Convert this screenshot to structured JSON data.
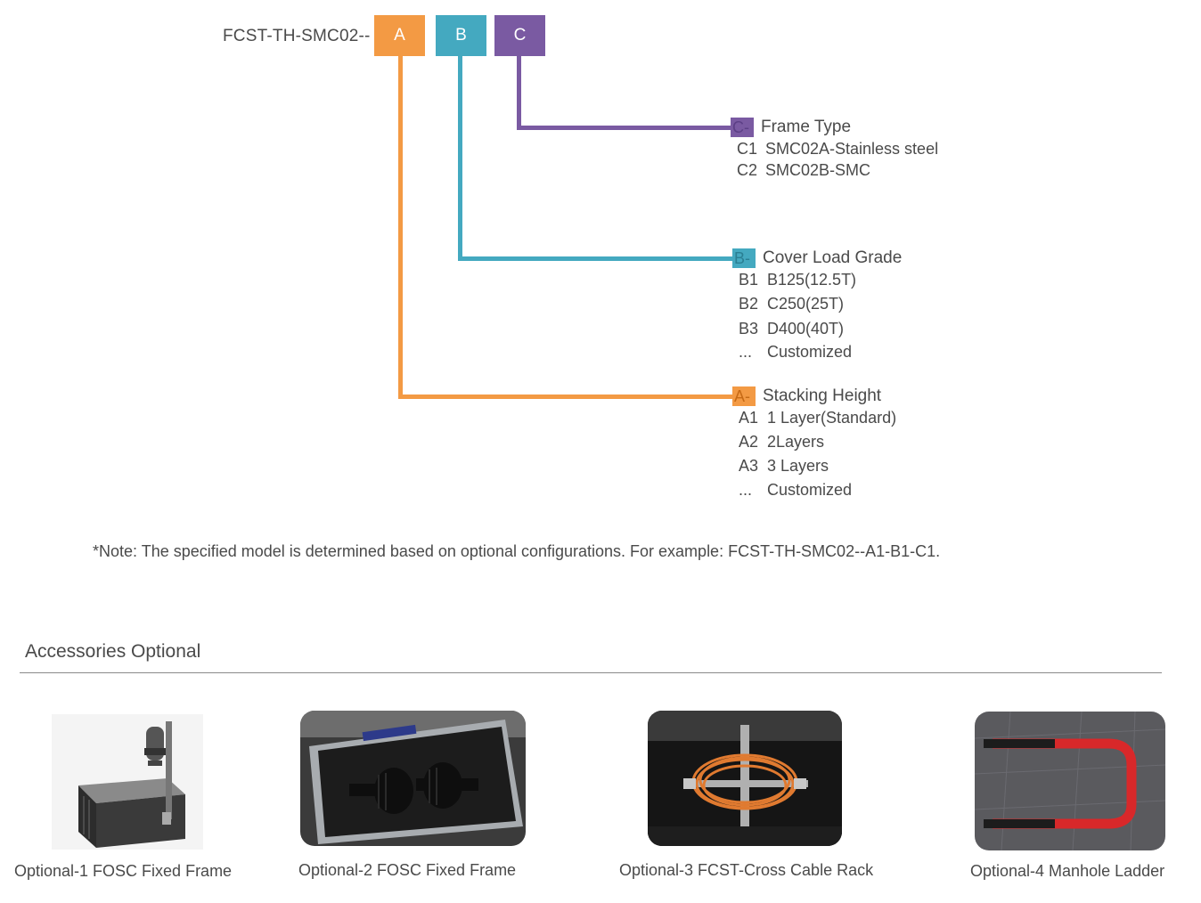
{
  "model": {
    "prefix": "FCST-TH-SMC02--",
    "codes": [
      {
        "letter": "A",
        "color": "#f39a44"
      },
      {
        "letter": "B",
        "color": "#44a9c0"
      },
      {
        "letter": "C",
        "color": "#7a5aa2"
      }
    ]
  },
  "groups": {
    "c": {
      "tag": "C-",
      "title": "Frame Type",
      "options": [
        {
          "code": "C1",
          "label": "SMC02A-Stainless steel"
        },
        {
          "code": "C2",
          "label": "SMC02B-SMC"
        }
      ]
    },
    "b": {
      "tag": "B-",
      "title": "Cover Load Grade",
      "options": [
        {
          "code": "B1",
          "label": "B125(12.5T)"
        },
        {
          "code": "B2",
          "label": "C250(25T)"
        },
        {
          "code": "B3",
          "label": "D400(40T)"
        },
        {
          "code": "...",
          "label": "Customized"
        }
      ]
    },
    "a": {
      "tag": "A-",
      "title": "Stacking Height",
      "options": [
        {
          "code": "A1",
          "label": "1 Layer(Standard)"
        },
        {
          "code": "A2",
          "label": "2Layers"
        },
        {
          "code": "A3",
          "label": "3 Layers"
        },
        {
          "code": "...",
          "label": "Customized"
        }
      ]
    }
  },
  "note": "*Note: The specified model is determined based on optional configurations. For example: FCST-TH-SMC02--A1-B1-C1.",
  "accessories": {
    "title": "Accessories Optional",
    "items": [
      {
        "caption": "Optional-1 FOSC Fixed Frame"
      },
      {
        "caption": "Optional-2 FOSC Fixed Frame"
      },
      {
        "caption": "Optional-3 FCST-Cross Cable Rack"
      },
      {
        "caption": "Optional-4 Manhole Ladder"
      }
    ]
  }
}
